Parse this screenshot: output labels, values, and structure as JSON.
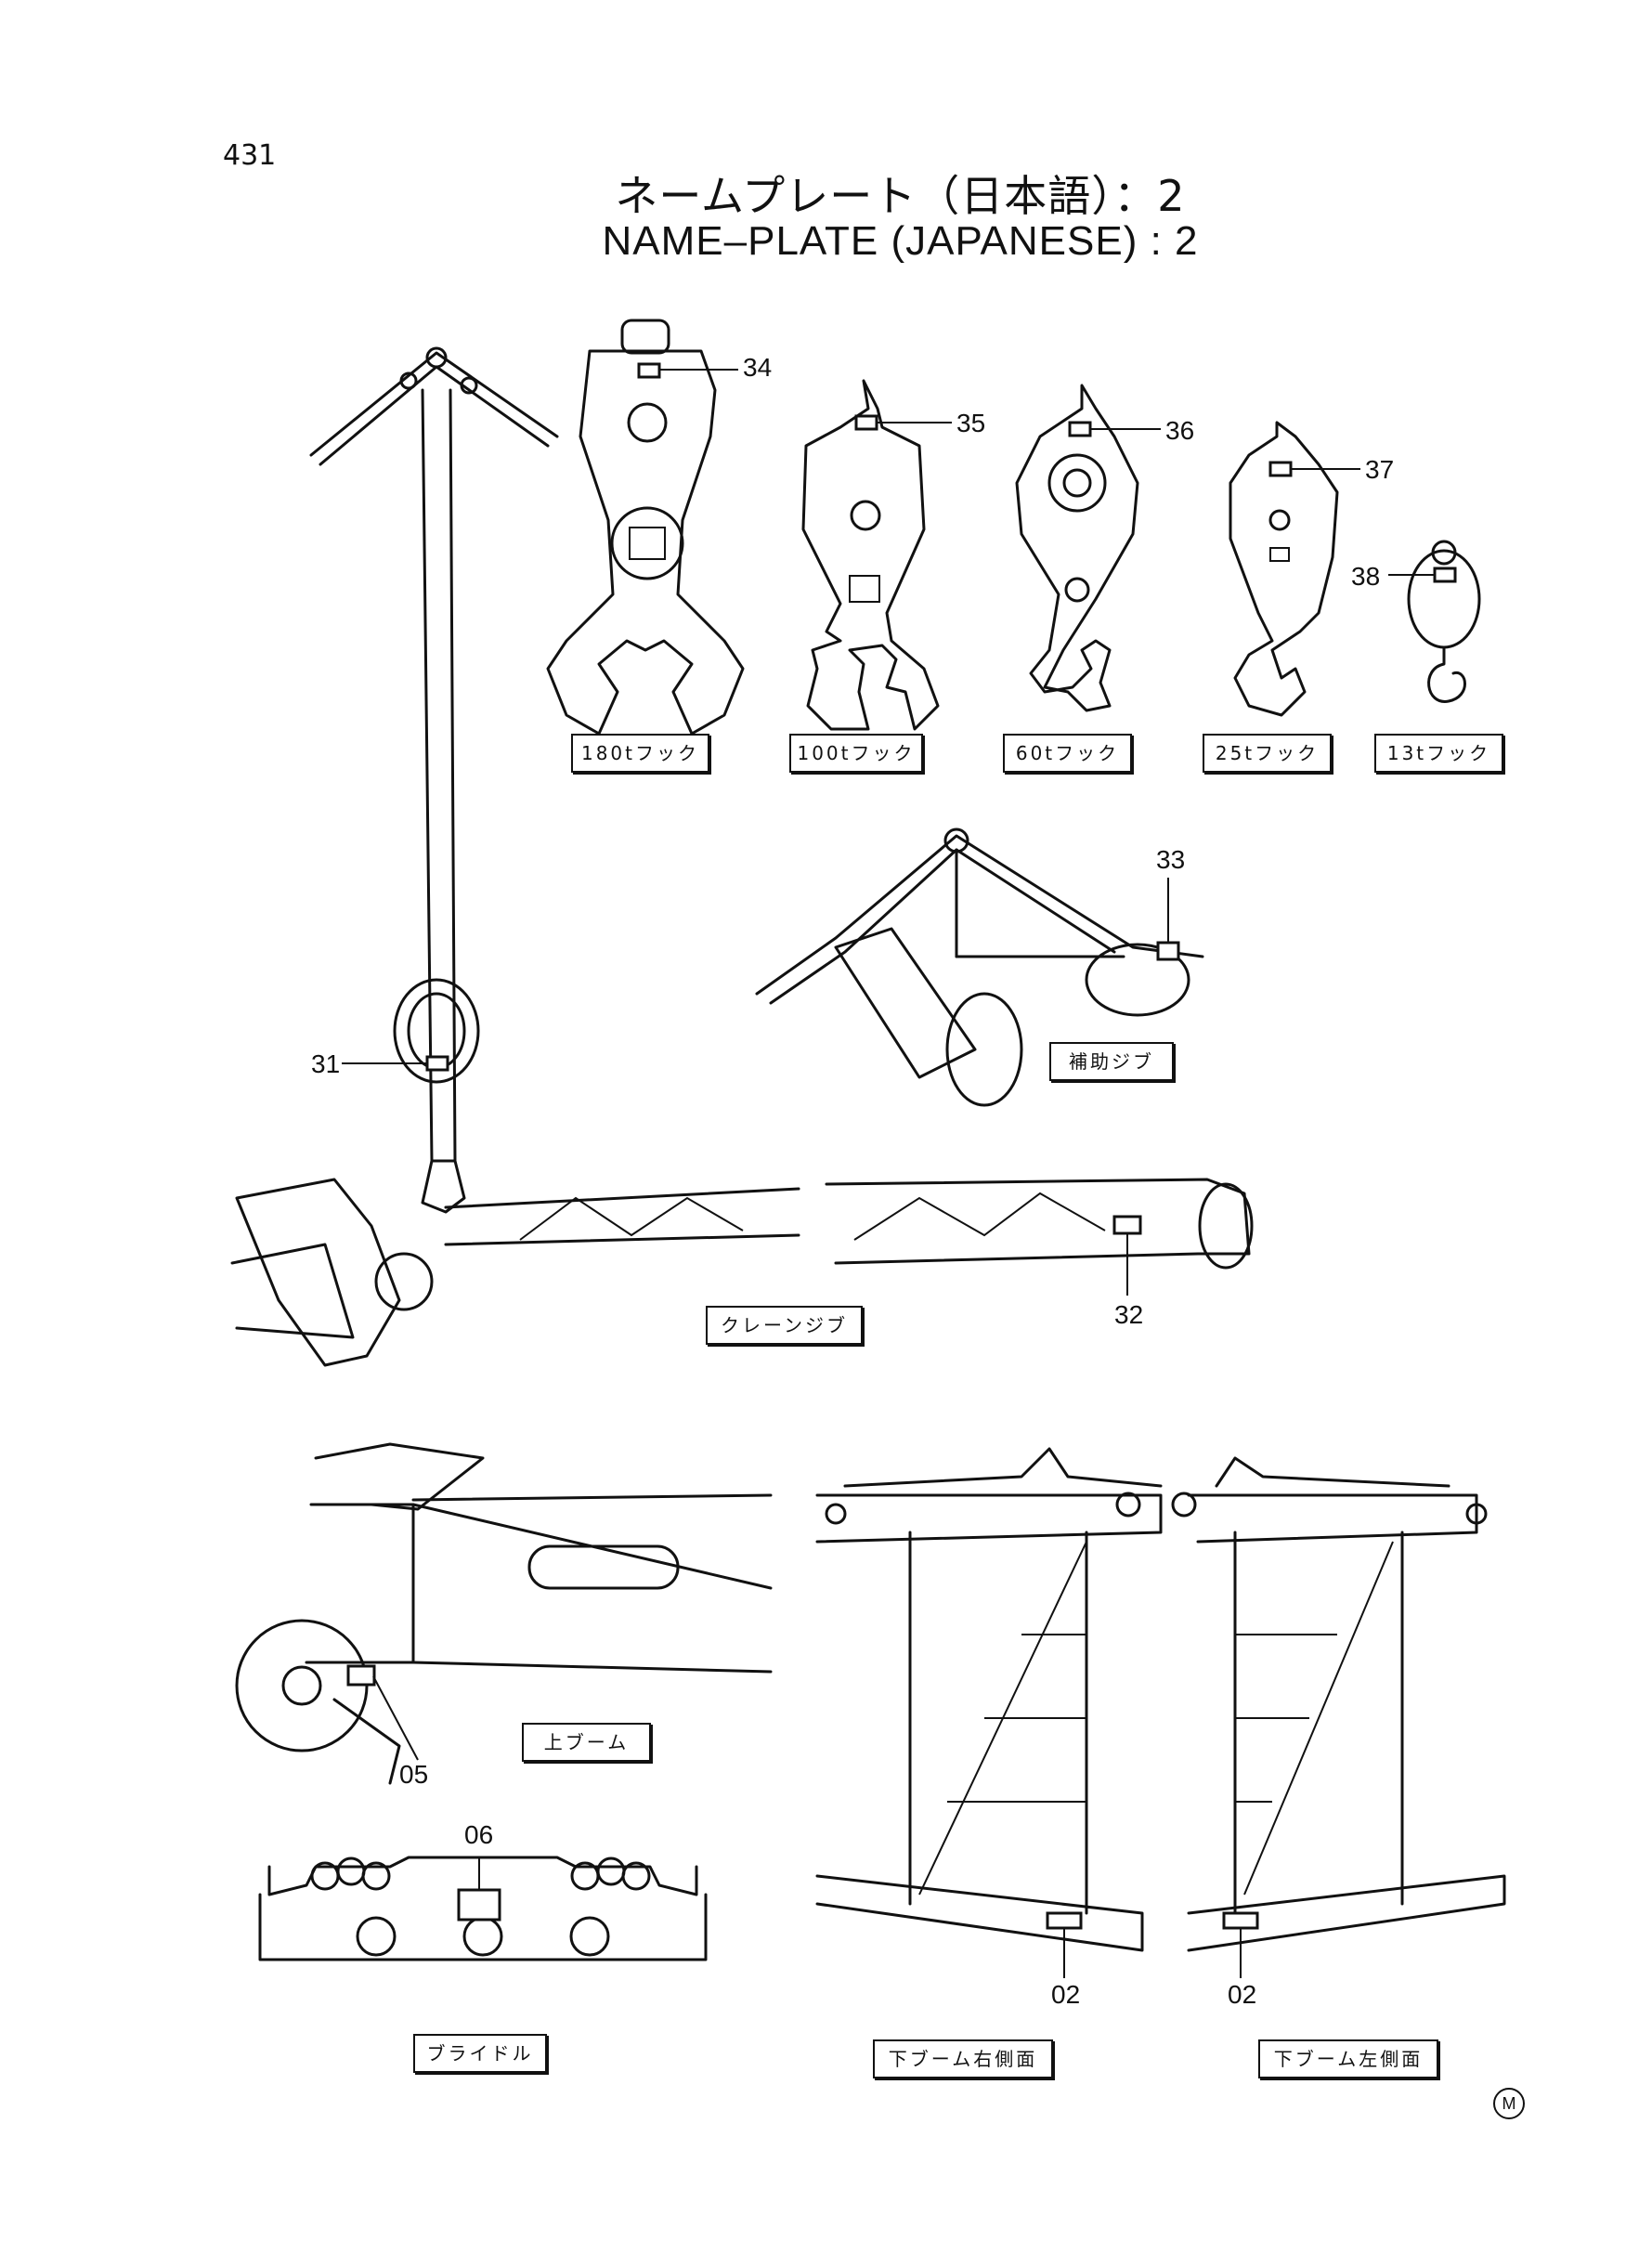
{
  "page_number": "431",
  "title_ja": "ネームプレート（日本語）：2",
  "title_en": "NAME–PLATE (JAPANESE) : 2",
  "callouts": {
    "c34": "34",
    "c35": "35",
    "c36": "36",
    "c37": "37",
    "c38": "38",
    "c33": "33",
    "c31": "31",
    "c32": "32",
    "c05": "05",
    "c06": "06",
    "c02_right": "02",
    "c02_left": "02"
  },
  "labels": {
    "hook_180t": "180tフック",
    "hook_100t": "100tフック",
    "hook_60t": "60tフック",
    "hook_25t": "25tフック",
    "hook_13t": "13tフック",
    "aux_jib": "補助ジブ",
    "crane_jib": "クレーンジブ",
    "upper_boom": "上ブーム",
    "bridle": "ブライドル",
    "lower_boom_right": "下ブーム右側面",
    "lower_boom_left": "下ブーム左側面"
  },
  "maker_mark": "M"
}
